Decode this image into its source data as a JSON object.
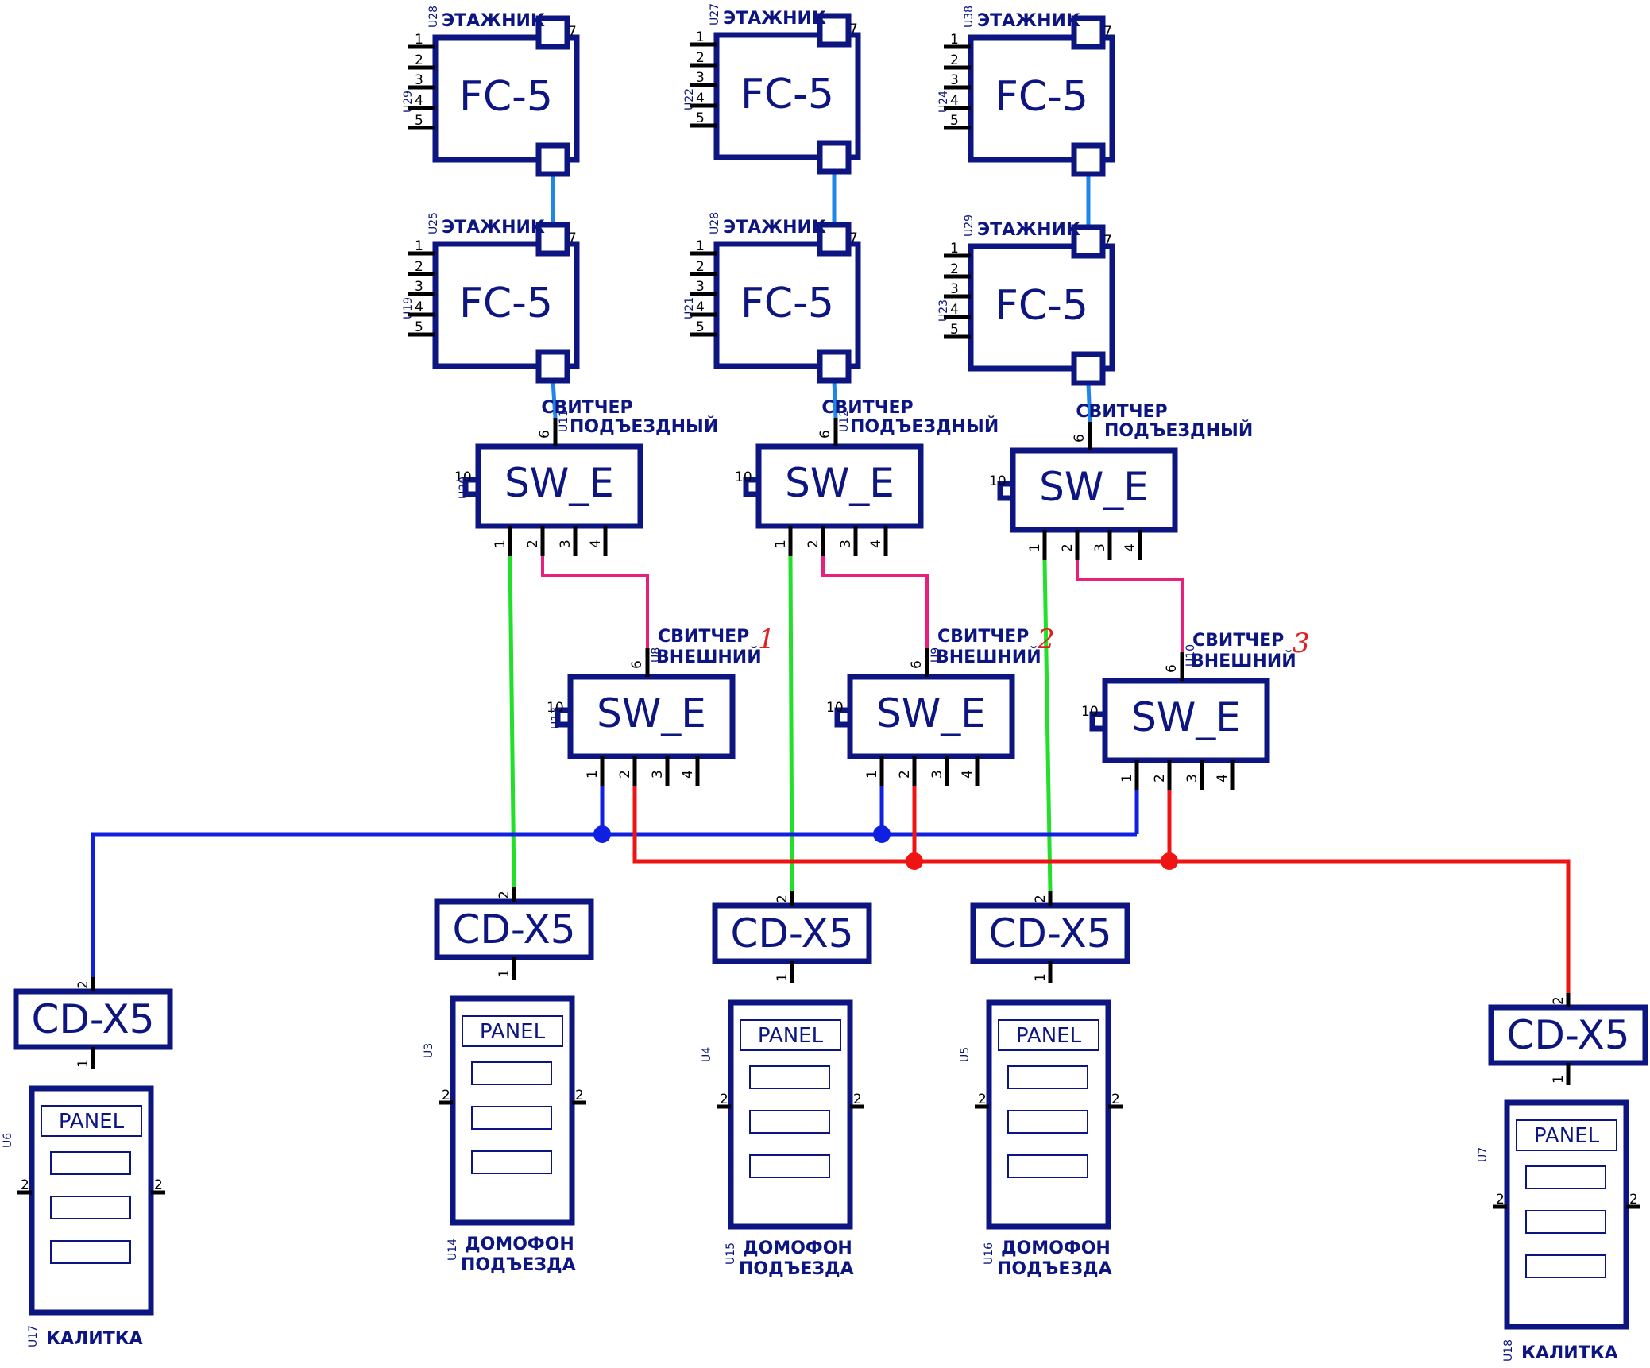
{
  "floor_label": "ЭТАЖНИК",
  "floor_device": "FC-5",
  "switch_device": "SW_E",
  "entrance_switch_label": [
    "СВИТЧЕР",
    "ПОДЪЕЗДНЫЙ"
  ],
  "external_switch_label": [
    "СВИТЧЕР",
    "ВНЕШНИЙ"
  ],
  "external_switch_numbers": [
    "1",
    "2",
    "3"
  ],
  "cd_device": "CD-X5",
  "panel_label": "PANEL",
  "entrance_intercom_label": [
    "ДОМОФОН",
    "ПОДЪЕЗДА"
  ],
  "gate_label": "КАЛИТКА",
  "fc_pins": [
    "1",
    "2",
    "3",
    "4",
    "5"
  ],
  "sw_pins": [
    "1",
    "2",
    "3",
    "4"
  ],
  "sw_pin_top": "6",
  "sw_pin_side": "10",
  "columns": [
    {
      "floor_top": {
        "ref_label": "U28",
        "ref_side": "U29"
      },
      "floor_bottom": {
        "ref_label": "U25",
        "ref_side": "U19"
      },
      "entrance_switch_ref": "U11",
      "entrance_switch_side_ref": "U20",
      "external_switch_ref": "U8",
      "external_switch_side_ref": "U13",
      "intercom_ref": "U14",
      "panel_ref": "U3"
    },
    {
      "floor_top": {
        "ref_label": "U27",
        "ref_side": "U22"
      },
      "floor_bottom": {
        "ref_label": "U28",
        "ref_side": "U21"
      },
      "entrance_switch_ref": "U12",
      "entrance_switch_side_ref": "",
      "external_switch_ref": "U9",
      "external_switch_side_ref": "",
      "intercom_ref": "U15",
      "panel_ref": "U4"
    },
    {
      "floor_top": {
        "ref_label": "U38",
        "ref_side": "U24"
      },
      "floor_bottom": {
        "ref_label": "U29",
        "ref_side": "U23"
      },
      "entrance_switch_ref": "",
      "entrance_switch_side_ref": "",
      "external_switch_ref": "U10",
      "external_switch_side_ref": "",
      "intercom_ref": "U16",
      "panel_ref": "U5"
    }
  ],
  "gates": [
    {
      "gate_ref": "U17",
      "panel_ref": "U6"
    },
    {
      "gate_ref": "U18",
      "panel_ref": "U7"
    }
  ],
  "colors": {
    "outline": "#0d1580",
    "floor_link": "#1e86e8",
    "entrance_link": "#22e02a",
    "switch_uplink": "#e8207a",
    "blue_bus": "#1020e0",
    "red_bus": "#ee1414"
  }
}
